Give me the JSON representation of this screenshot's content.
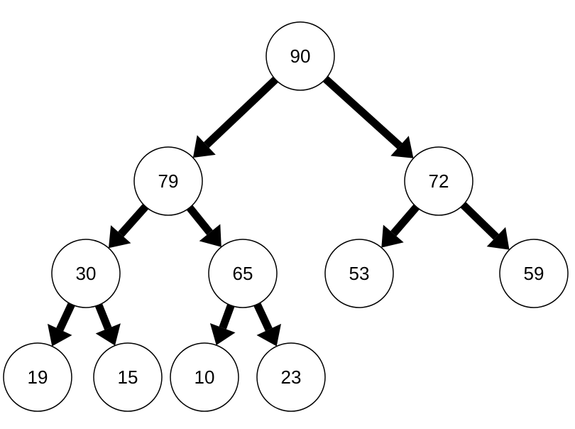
{
  "diagram": {
    "type": "binary-tree",
    "nodes": [
      {
        "id": "n90",
        "label": "90"
      },
      {
        "id": "n79",
        "label": "79"
      },
      {
        "id": "n72",
        "label": "72"
      },
      {
        "id": "n30",
        "label": "30"
      },
      {
        "id": "n65",
        "label": "65"
      },
      {
        "id": "n53",
        "label": "53"
      },
      {
        "id": "n59",
        "label": "59"
      },
      {
        "id": "n19",
        "label": "19"
      },
      {
        "id": "n15",
        "label": "15"
      },
      {
        "id": "n10",
        "label": "10"
      },
      {
        "id": "n23",
        "label": "23"
      }
    ],
    "edges": [
      {
        "from": "n90",
        "to": "n79"
      },
      {
        "from": "n90",
        "to": "n72"
      },
      {
        "from": "n79",
        "to": "n30"
      },
      {
        "from": "n79",
        "to": "n65"
      },
      {
        "from": "n72",
        "to": "n53"
      },
      {
        "from": "n72",
        "to": "n59"
      },
      {
        "from": "n30",
        "to": "n19"
      },
      {
        "from": "n30",
        "to": "n15"
      },
      {
        "from": "n65",
        "to": "n10"
      },
      {
        "from": "n65",
        "to": "n23"
      }
    ],
    "colors": {
      "stroke": "#000000",
      "fill": "#ffffff",
      "text": "#000000"
    }
  }
}
